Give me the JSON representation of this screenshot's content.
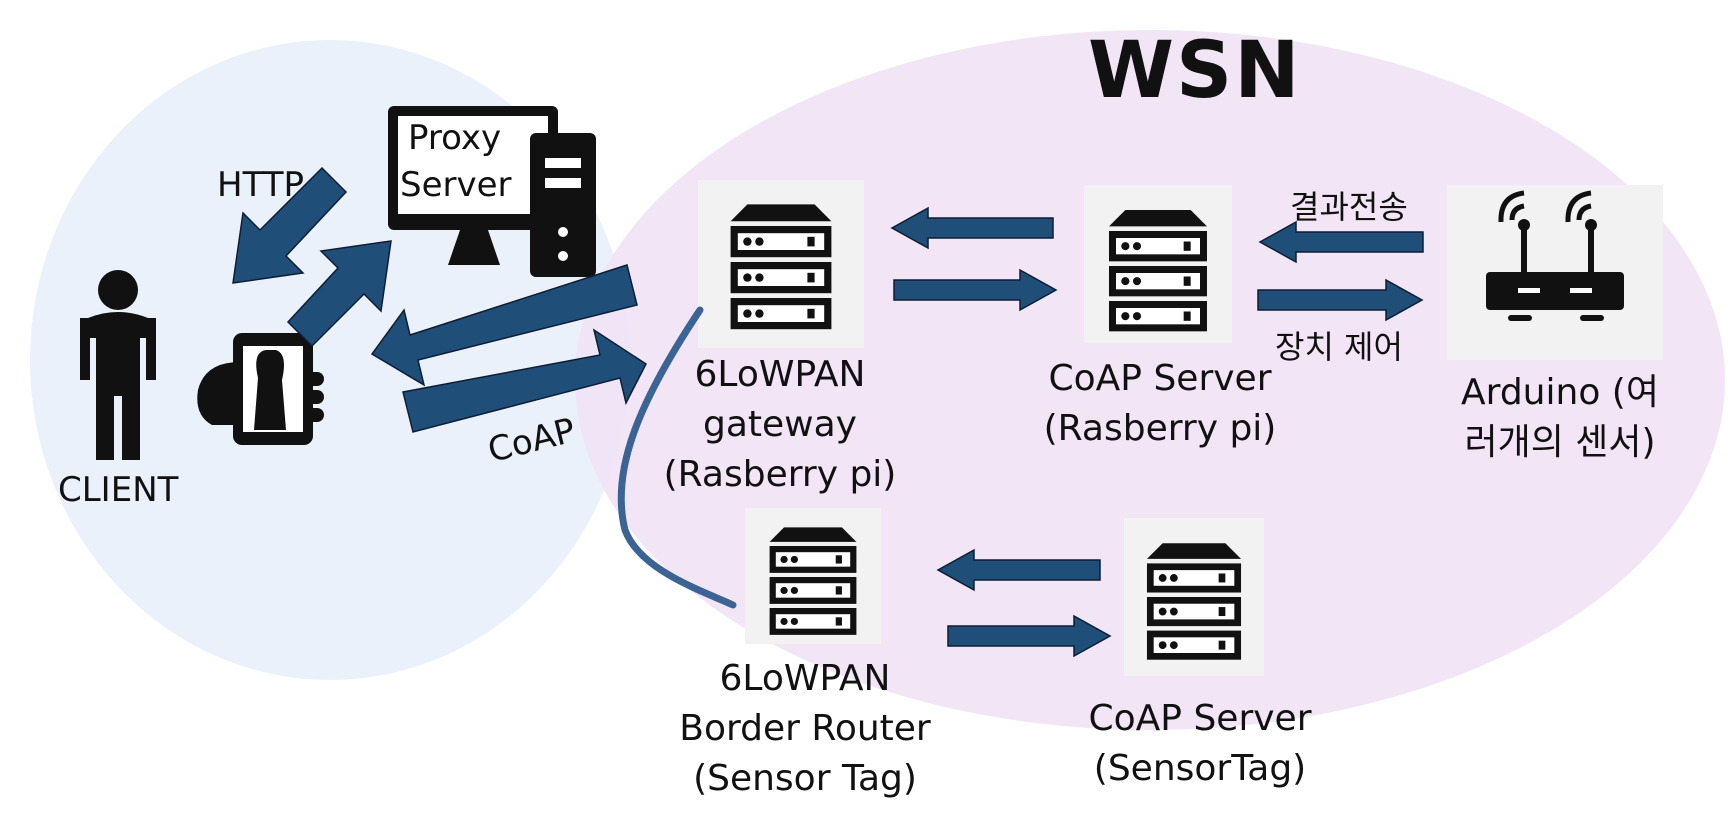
{
  "title": "WSN",
  "client": {
    "label": "CLIENT"
  },
  "proxy": {
    "line1": "Proxy",
    "line2": "Server"
  },
  "protocols": {
    "http": "HTTP",
    "coap": "CoAP"
  },
  "nodes": {
    "gateway": {
      "line1": "6LoWPAN",
      "line2": "gateway",
      "line3": "(Rasberry pi)"
    },
    "coap_rpi": {
      "line1": "CoAP Server",
      "line2": "(Rasberry pi)"
    },
    "arduino": {
      "line1": "Arduino (여",
      "line2": "러개의 센서)"
    },
    "border_router": {
      "line1": "6LoWPAN",
      "line2": "Border Router",
      "line3": "(Sensor Tag)"
    },
    "coap_sensortag": {
      "line1": "CoAP Server",
      "line2": "(SensorTag)"
    }
  },
  "flows": {
    "result_send": "결과전송",
    "device_control": "장치 제어"
  },
  "colors": {
    "arrow": "#1f4e79",
    "link_curve": "#3b6494",
    "client_zone": "#eaf1fb",
    "wsn_zone": "#f0e4f6",
    "tile": "#f2f2f2"
  }
}
